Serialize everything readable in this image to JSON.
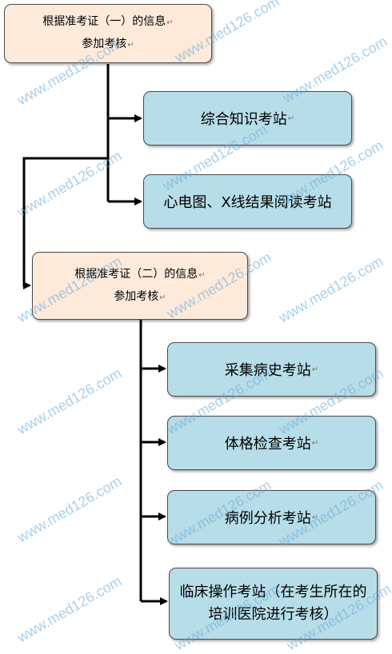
{
  "cert1": {
    "line1": "根据准考证（一）的信息",
    "line2": "参加考核"
  },
  "stations1": [
    {
      "label": "综合知识考站"
    },
    {
      "label": "心电图、X线结果阅读考站"
    }
  ],
  "cert2": {
    "line1": "根据准考证（二）的信息",
    "line2": "参加考核"
  },
  "stations2": [
    {
      "label": "采集病史考站"
    },
    {
      "label": "体格检查考站"
    },
    {
      "label": "病例分析考站"
    },
    {
      "label": "临床操作考站（在考生所在的培训医院进行考核）"
    }
  ],
  "para_mark": "↵",
  "watermark": "www.med126.com",
  "colors": {
    "peach": "#fdeada",
    "teal": "#b7dde8",
    "connector": "#000000",
    "watermark": "#66a8d8"
  }
}
